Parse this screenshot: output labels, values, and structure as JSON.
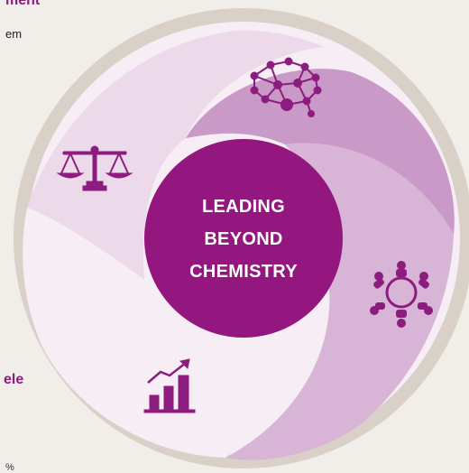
{
  "fragments": {
    "top_heading": "ment",
    "top_text": "em",
    "mid_heading": "ele",
    "bottom_text": "%"
  },
  "center": {
    "lines": [
      "LEADING",
      "BEYOND",
      "CHEMISTRY"
    ]
  },
  "colors": {
    "background": "#f1eeea",
    "rim": "#d9d1c7",
    "center_circle": "#93177e",
    "icon": "#8c1d7f",
    "segment_dark": "#c99ac7",
    "segment_mid": "#d8b4d6",
    "segment_light": "#ecd9ea",
    "segment_lightest": "#f6edf5"
  },
  "segments": [
    {
      "icon": "brain-network-icon"
    },
    {
      "icon": "team-collaboration-icon"
    },
    {
      "icon": "growth-chart-icon"
    },
    {
      "icon": "balance-scale-icon"
    }
  ]
}
